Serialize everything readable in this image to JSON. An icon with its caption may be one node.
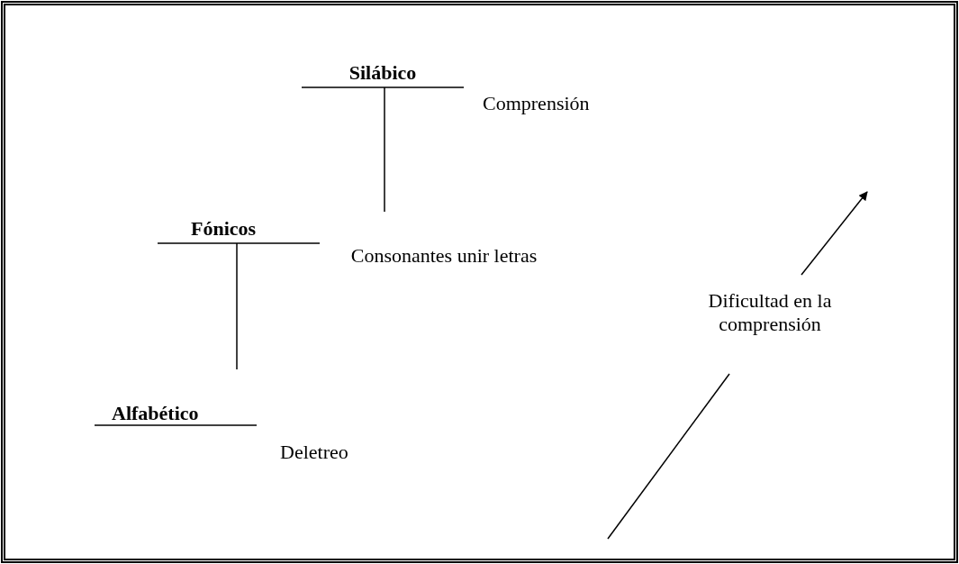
{
  "diagram": {
    "labels": [
      "Silábico",
      "Comprensión",
      "Fónicos",
      "Consonantes unir letras",
      "Alfabético",
      "Deletreo",
      "Dificultad en la comprensión"
    ]
  }
}
